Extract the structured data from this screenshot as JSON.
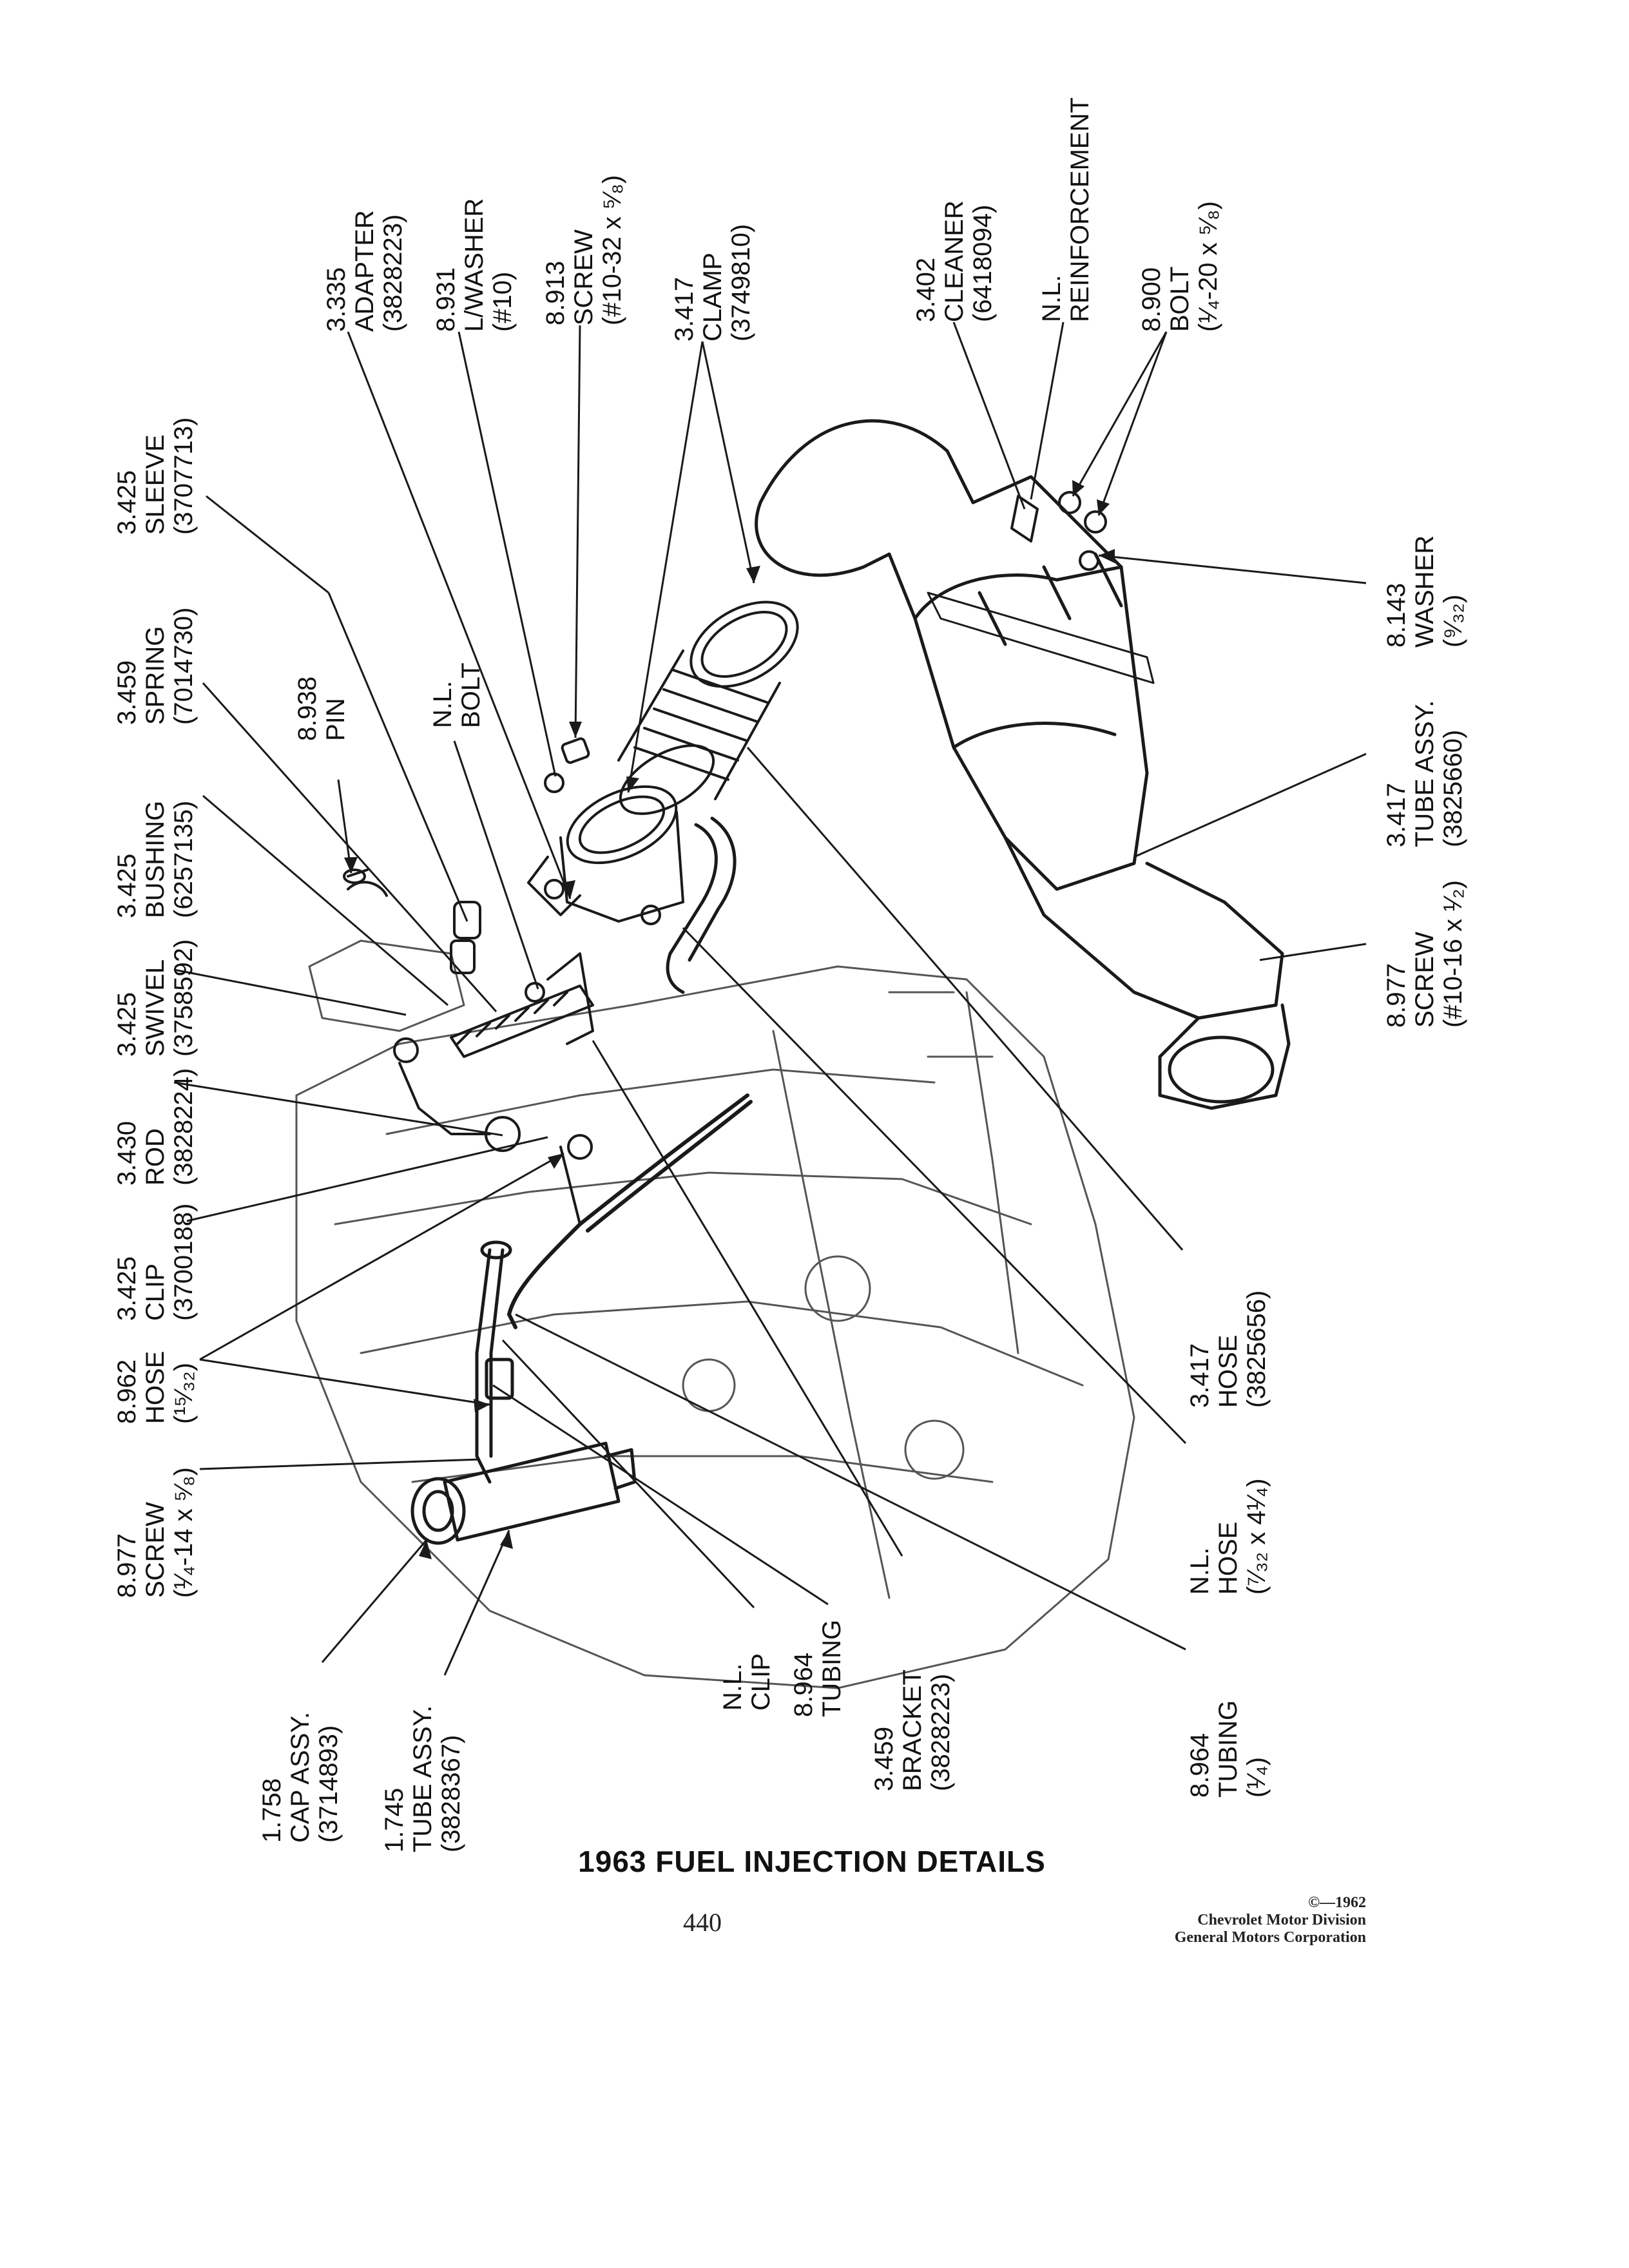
{
  "title": "1963 FUEL INJECTION DETAILS",
  "page_number": "440",
  "credit": {
    "copyright": "©—1962",
    "line1": "Chevrolet Motor Division",
    "line2": "General Motors Corporation"
  },
  "callouts": [
    {
      "id": "adapter",
      "l1": "3.335",
      "l2": "ADAPTER",
      "l3": "(3828223)"
    },
    {
      "id": "lwasher",
      "l1": "8.931",
      "l2": "L/WASHER",
      "l3": "(#10)"
    },
    {
      "id": "screw-10-32",
      "l1": "8.913",
      "l2": "SCREW",
      "l3": "(#10-32 x ⁵⁄₈)"
    },
    {
      "id": "clamp",
      "l1": "3.417",
      "l2": "CLAMP",
      "l3": "(3749810)"
    },
    {
      "id": "cleaner",
      "l1": "3.402",
      "l2": "CLEANER",
      "l3": "(6418094)"
    },
    {
      "id": "reinforcement",
      "l1": "N.L.",
      "l2": "REINFORCEMENT",
      "l3": ""
    },
    {
      "id": "bolt-1-4-20",
      "l1": "8.900",
      "l2": "BOLT",
      "l3": "(¹⁄₄-20 x ⁵⁄₈)"
    },
    {
      "id": "sleeve",
      "l1": "3.425",
      "l2": "SLEEVE",
      "l3": "(3707713)"
    },
    {
      "id": "spring",
      "l1": "3.459",
      "l2": "SPRING",
      "l3": "(7014730)"
    },
    {
      "id": "pin",
      "l1": "8.938",
      "l2": "PIN",
      "l3": ""
    },
    {
      "id": "nl-bolt",
      "l1": "N.L.",
      "l2": "BOLT",
      "l3": ""
    },
    {
      "id": "bushing",
      "l1": "3.425",
      "l2": "BUSHING",
      "l3": "(6257135)"
    },
    {
      "id": "swivel",
      "l1": "3.425",
      "l2": "SWIVEL",
      "l3": "(3758592)"
    },
    {
      "id": "rod",
      "l1": "3.430",
      "l2": "ROD",
      "l3": "(3828224)"
    },
    {
      "id": "clip",
      "l1": "3.425",
      "l2": "CLIP",
      "l3": "(3700188)"
    },
    {
      "id": "hose-15-32",
      "l1": "8.962",
      "l2": "HOSE",
      "l3": "(¹⁵⁄₃₂)"
    },
    {
      "id": "screw-1-4-14",
      "l1": "8.977",
      "l2": "SCREW",
      "l3": "(¹⁄₄-14 x ⁵⁄₈)"
    },
    {
      "id": "washer",
      "l1": "8.143",
      "l2": "WASHER",
      "l3": "(⁹⁄₃₂)"
    },
    {
      "id": "tube-assy-upper",
      "l1": "3.417",
      "l2": "TUBE ASSY.",
      "l3": "(3825660)"
    },
    {
      "id": "screw-10-16",
      "l1": "8.977",
      "l2": "SCREW",
      "l3": "(#10-16 x ¹⁄₂)"
    },
    {
      "id": "hose-3825656",
      "l1": "3.417",
      "l2": "HOSE",
      "l3": "(3825656)"
    },
    {
      "id": "nl-hose",
      "l1": "N.L.",
      "l2": "HOSE",
      "l3": "(⁷⁄₃₂ x 4¹⁄₄)"
    },
    {
      "id": "tubing-1-4",
      "l1": "8.964",
      "l2": "TUBING",
      "l3": "(¹⁄₄)"
    },
    {
      "id": "nl-clip",
      "l1": "N.L.",
      "l2": "CLIP",
      "l3": ""
    },
    {
      "id": "tubing",
      "l1": "8.964",
      "l2": "TUBING",
      "l3": ""
    },
    {
      "id": "bracket",
      "l1": "3.459",
      "l2": "BRACKET",
      "l3": "(3828223)"
    },
    {
      "id": "cap-assy",
      "l1": "1.758",
      "l2": "CAP ASSY.",
      "l3": "(3714893)"
    },
    {
      "id": "tube-assy-lower",
      "l1": "1.745",
      "l2": "TUBE ASSY.",
      "l3": "(3828367)"
    }
  ]
}
